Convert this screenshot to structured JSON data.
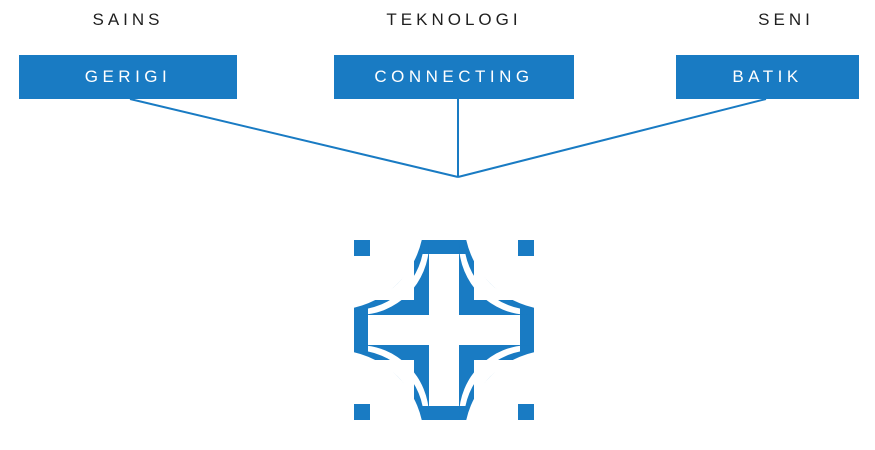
{
  "colors": {
    "accent": "#197bc3",
    "text": "#1f1f1f",
    "background": "#ffffff"
  },
  "categories": [
    {
      "key": "sains",
      "label": "SAINS"
    },
    {
      "key": "teknologi",
      "label": "TEKNOLOGI"
    },
    {
      "key": "seni",
      "label": "SENI"
    }
  ],
  "tags": [
    {
      "key": "gerigi",
      "label": "GERIGI"
    },
    {
      "key": "connecting",
      "label": "CONNECTING"
    },
    {
      "key": "batik",
      "label": "BATIK"
    }
  ],
  "logo": {
    "icon": "gear-batik-flower-logo"
  }
}
